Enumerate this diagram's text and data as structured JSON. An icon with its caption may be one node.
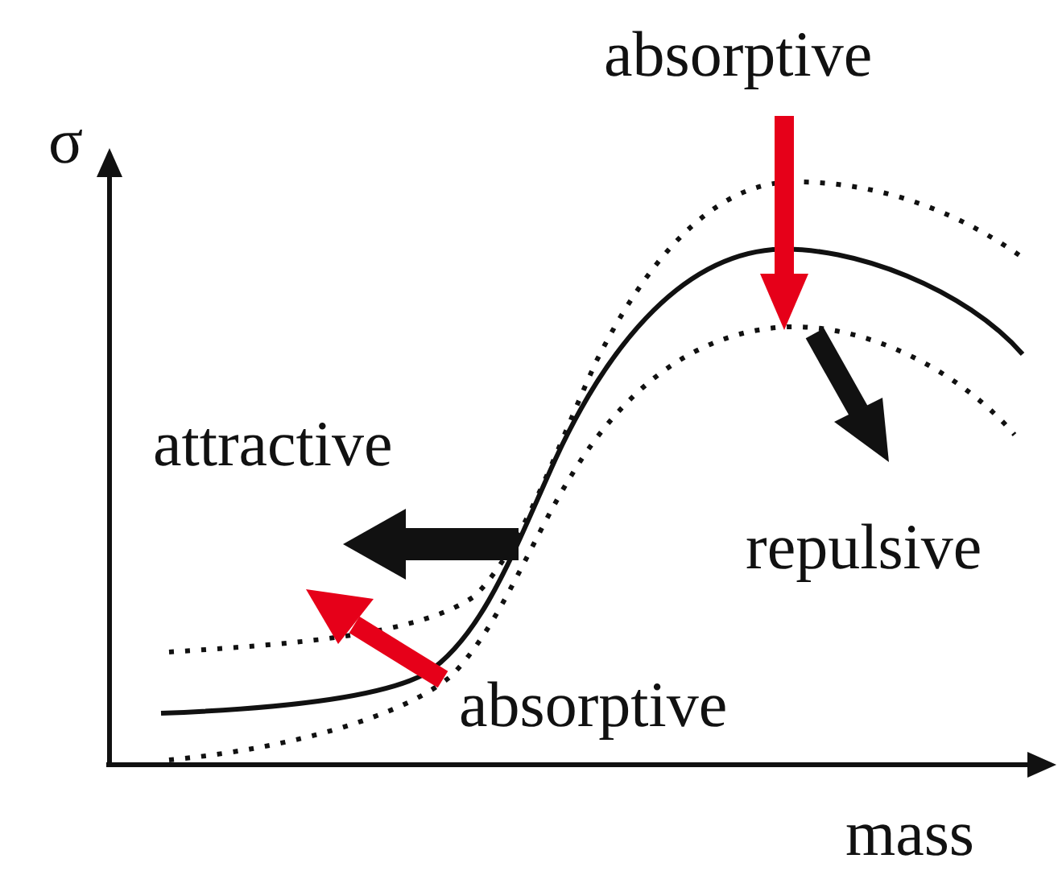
{
  "diagram": {
    "labels": [
      "absorptive",
      "σ",
      "attractive",
      "repulsive",
      "absorptive",
      "mass"
    ]
  }
}
